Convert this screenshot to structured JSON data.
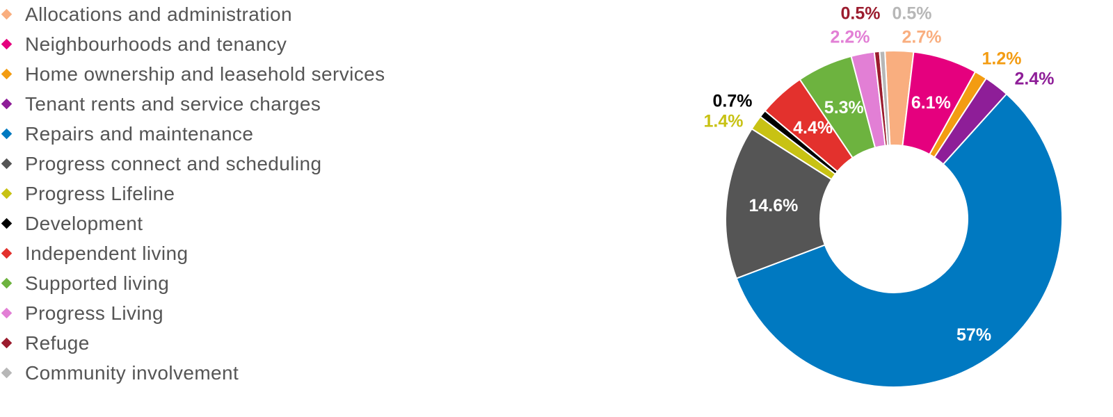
{
  "chart_data": {
    "type": "pie",
    "categories": [
      "Allocations and administration",
      "Neighbourhoods and tenancy",
      "Home ownership and leasehold services",
      "Tenant rents and service charges",
      "Repairs and maintenance",
      "Progress connect and scheduling",
      "Progress Lifeline",
      "Development",
      "Independent living",
      "Supported living",
      "Progress Living",
      "Refuge",
      "Community involvement"
    ],
    "values": [
      2.7,
      6.1,
      1.2,
      2.4,
      57,
      14.6,
      1.4,
      0.7,
      4.4,
      5.3,
      2.2,
      0.5,
      0.5
    ],
    "data_labels": [
      "2.7%",
      "6.1%",
      "1.2%",
      "2.4%",
      "57%",
      "14.6%",
      "1.4%",
      "0.7%",
      "4.4%",
      "5.3%",
      "2.2%",
      "0.5%",
      "0.5%"
    ],
    "colors": [
      "#f9ae7f",
      "#e5007e",
      "#f39c12",
      "#8e1e98",
      "#0079c1",
      "#555555",
      "#c8c214",
      "#000000",
      "#e3312d",
      "#6db33f",
      "#e27fd5",
      "#9b1c2e",
      "#b7b7b7"
    ],
    "label_colors": [
      "#f9ae7f",
      "#ffffff",
      "#f39c12",
      "#8e1e98",
      "#ffffff",
      "#ffffff",
      "#c8c214",
      "#000000",
      "#ffffff",
      "#ffffff",
      "#e27fd5",
      "#9b1c2e",
      "#b7b7b7"
    ],
    "hole": "donut",
    "legend_position": "left"
  }
}
